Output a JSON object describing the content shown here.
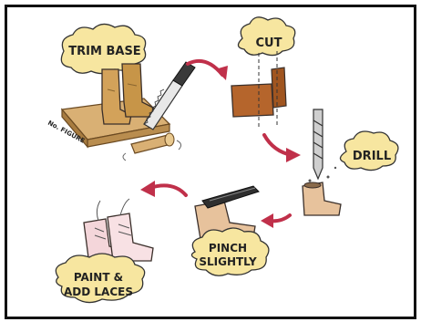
{
  "steps": {
    "trim_base": "TRIM BASE",
    "cut": "CUT",
    "drill": "DRILL",
    "pinch_line1": "PINCH",
    "pinch_line2": "SLIGHTLY",
    "paint_line1": "PAINT &",
    "paint_line2": "ADD LACES"
  },
  "side_label": "No. FIGURE",
  "colors": {
    "cloud": "#f7e6a0",
    "arrow": "#c0304a",
    "wood": "#d9b074",
    "boot": "#d3a25a",
    "skin": "#e7c29c",
    "pink": "#f4d6da",
    "dark": "#3a2f2a"
  }
}
